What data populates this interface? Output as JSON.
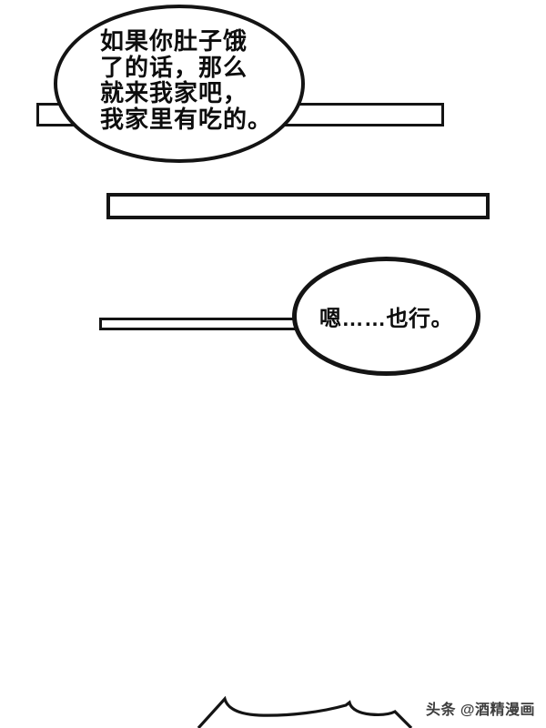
{
  "colors": {
    "paper": "#ffffff",
    "ink": "#141414",
    "text": "#0d0d0d",
    "watermark": "#3d3d3d"
  },
  "comic": {
    "bubble1": {
      "lines": [
        "如果你肚子饿",
        "了的话，那么",
        "就来我家吧，",
        "我家里有吃的。"
      ]
    },
    "bubble2": {
      "text": "嗯……也行。"
    },
    "watermark": {
      "text": "头条 @酒精漫画"
    }
  }
}
